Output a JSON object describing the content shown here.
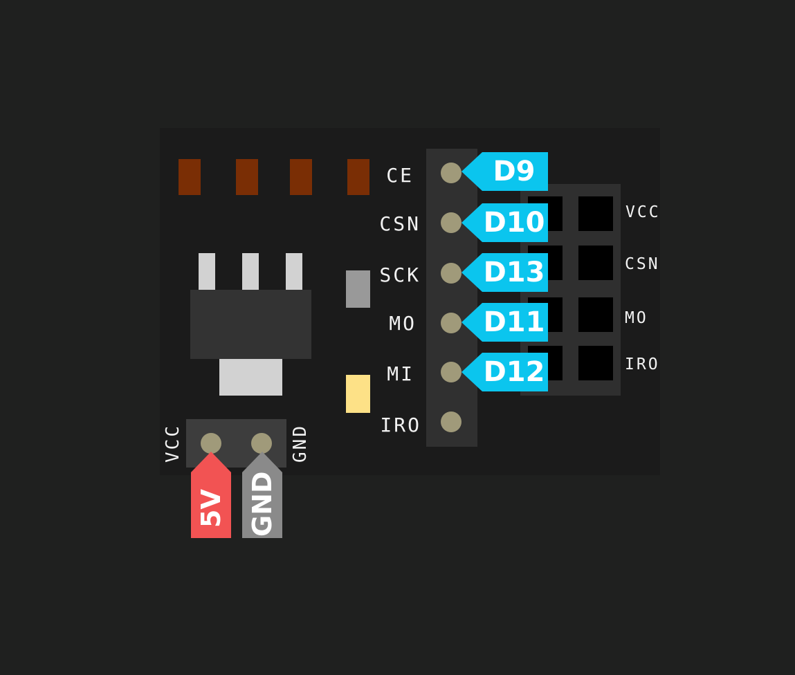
{
  "board": {
    "header_pins": [
      {
        "label": "CE",
        "arduino_pin": "D9"
      },
      {
        "label": "CSN",
        "arduino_pin": "D10"
      },
      {
        "label": "SCK",
        "arduino_pin": "D13"
      },
      {
        "label": "MO",
        "arduino_pin": "D11"
      },
      {
        "label": "MI",
        "arduino_pin": "D12"
      },
      {
        "label": "IRO",
        "arduino_pin": ""
      }
    ],
    "socket_labels": [
      "VCC",
      "CSN",
      "MO",
      "IRO"
    ],
    "power": {
      "vcc_label": "VCC",
      "gnd_label": "GND",
      "vcc_tag": "5V",
      "gnd_tag": "GND"
    }
  },
  "colors": {
    "tag_blue": "#0bc5ee",
    "tag_red": "#f25353",
    "tag_gray": "#8a8a8a",
    "resistor": "#7a2e05",
    "led_yellow": "#fde187",
    "pin_gold": "#a09a7a"
  }
}
